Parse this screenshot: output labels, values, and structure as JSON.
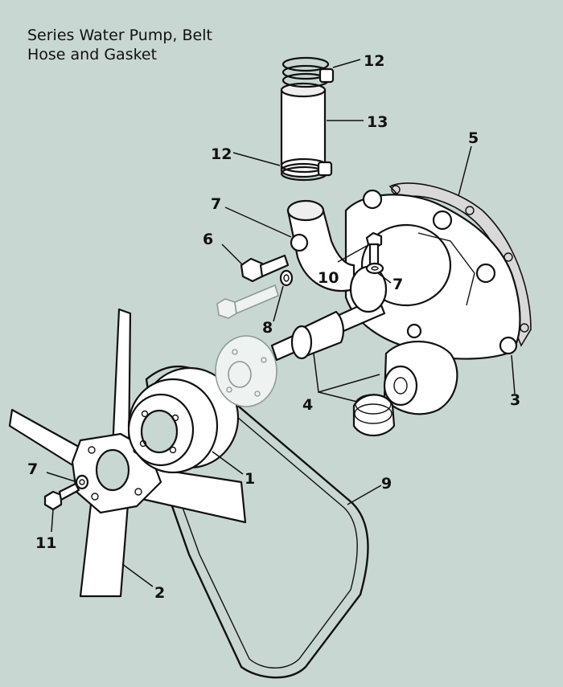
{
  "title": {
    "line1": "Series Water Pump, Belt",
    "line2": "Hose and Gasket"
  },
  "callouts": {
    "c12_top": "12",
    "c13": "13",
    "c12_mid": "12",
    "c5": "5",
    "c7_hose": "7",
    "c6": "6",
    "c10": "10",
    "c7_pump": "7",
    "c8": "8",
    "c4": "4",
    "c3": "3",
    "c7_fan": "7",
    "c1": "1",
    "c9": "9",
    "c11": "11",
    "c2": "2"
  },
  "colors": {
    "background": "#c9d7d2",
    "ink": "#111111",
    "ghost_parts": "#8d9a96"
  }
}
